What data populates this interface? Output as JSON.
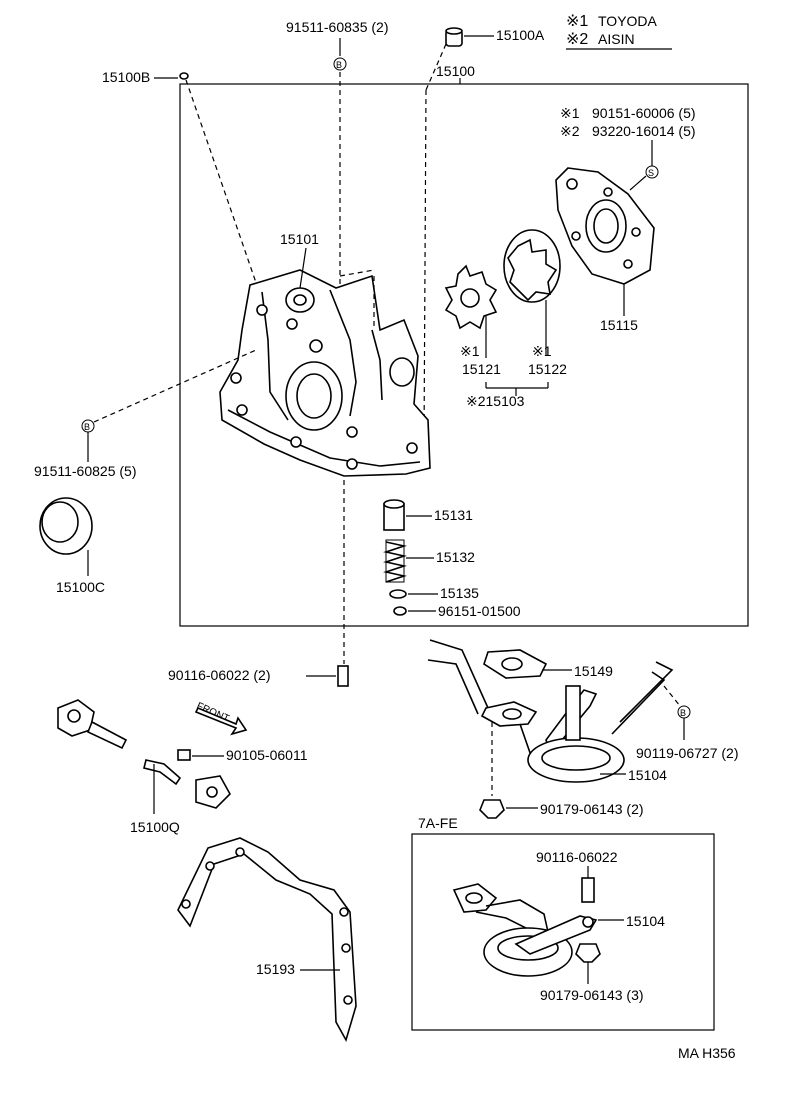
{
  "legend": {
    "mark1": "※1",
    "name1": "TOYODA",
    "mark2": "※2",
    "name2": "AISIN"
  },
  "labels": {
    "bolt_top": "91511-60835 (2)",
    "part_15100A": "15100A",
    "part_15100B": "15100B",
    "part_15100": "15100",
    "bolt_mark1": "※1",
    "bolt_code1": "90151-60006 (5)",
    "bolt_mark2": "※2",
    "bolt_code2": "93220-16014 (5)",
    "part_15101": "15101",
    "part_15115": "15115",
    "mark_15121": "※1",
    "mark_15122": "※1",
    "part_15121": "15121",
    "part_15122": "15122",
    "part_15103": "※215103",
    "bolt_left": "91511-60825 (5)",
    "part_15100C": "15100C",
    "part_15131": "15131",
    "part_15132": "15132",
    "part_15135": "15135",
    "part_96151": "96151-01500",
    "stud_left": "90116-06022 (2)",
    "front": "FRONT",
    "part_15149": "15149",
    "bolt_right": "90119-06727 (2)",
    "bolt_90105": "90105-06011",
    "part_15104": "15104",
    "nut_bottom": "90179-06143 (2)",
    "part_15100Q": "15100Q",
    "variant_title": "7A-FE",
    "variant_stud": "90116-06022",
    "variant_15104": "15104",
    "variant_nut": "90179-06143 (3)",
    "part_15193": "15193",
    "diagram_id": "MA H356"
  },
  "markers": {
    "b": "B",
    "s": "S"
  }
}
